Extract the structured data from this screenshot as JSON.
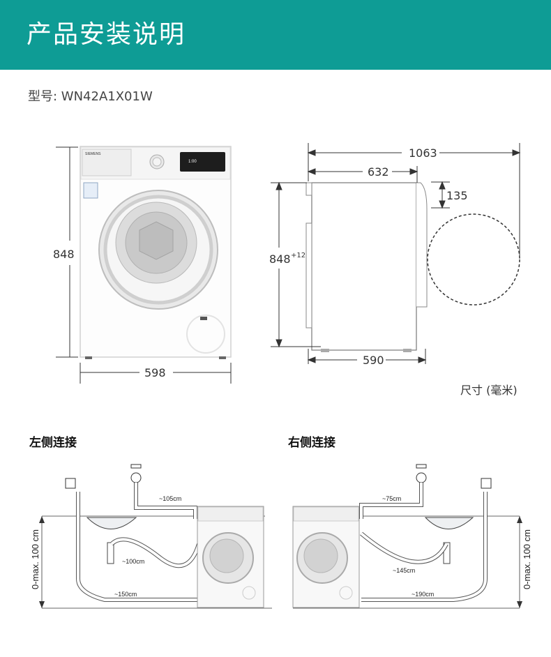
{
  "header": {
    "title": "产品安装说明",
    "bg_color": "#0e9c95"
  },
  "model_line": "型号: WN42A1X01W",
  "front_view": {
    "brand_badge": "SIEMENS",
    "display_text": "1:00",
    "height_label": "848",
    "width_label": "598"
  },
  "side_view": {
    "total_depth_label": "1063",
    "body_depth_label": "632",
    "top_offset_label": "135",
    "height_label": "848",
    "height_sup": "+12",
    "base_depth_label": "590"
  },
  "units_label": "尺寸 (毫米)",
  "left_connection": {
    "title": "左侧连接",
    "height_label": "0-max. 100 cm",
    "hose_labels": [
      "~105cm",
      "~100cm",
      "~150cm"
    ]
  },
  "right_connection": {
    "title": "右侧连接",
    "height_label": "0-max. 100 cm",
    "hose_labels": [
      "~75cm",
      "~145cm",
      "~190cm"
    ]
  }
}
